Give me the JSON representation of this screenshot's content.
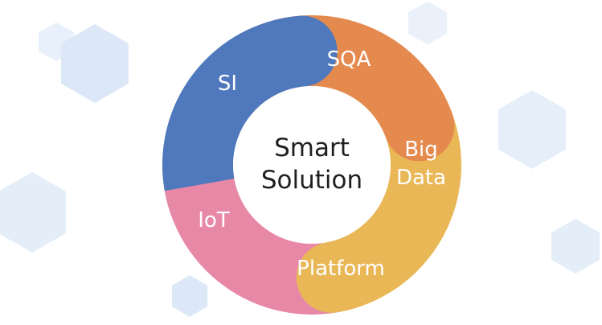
{
  "diagram": {
    "center": {
      "line1": "Smart",
      "line2": "Solution"
    },
    "segments": [
      {
        "id": "si",
        "label": "SI",
        "color": "#4F78BD"
      },
      {
        "id": "sqa",
        "label": "SQA",
        "color": "#E58A4E"
      },
      {
        "id": "bigdata",
        "label_line1": "Big",
        "label_line2": "Data",
        "color": "#E9B756"
      },
      {
        "id": "platform",
        "label": "Platform",
        "color": "#E888A7"
      },
      {
        "id": "iot",
        "label": "IoT",
        "color": "#7BB1AA"
      }
    ],
    "text_color_center": "#1f1f1f",
    "text_color_segments": "#ffffff",
    "hexagon_color": "#dce8f7"
  }
}
